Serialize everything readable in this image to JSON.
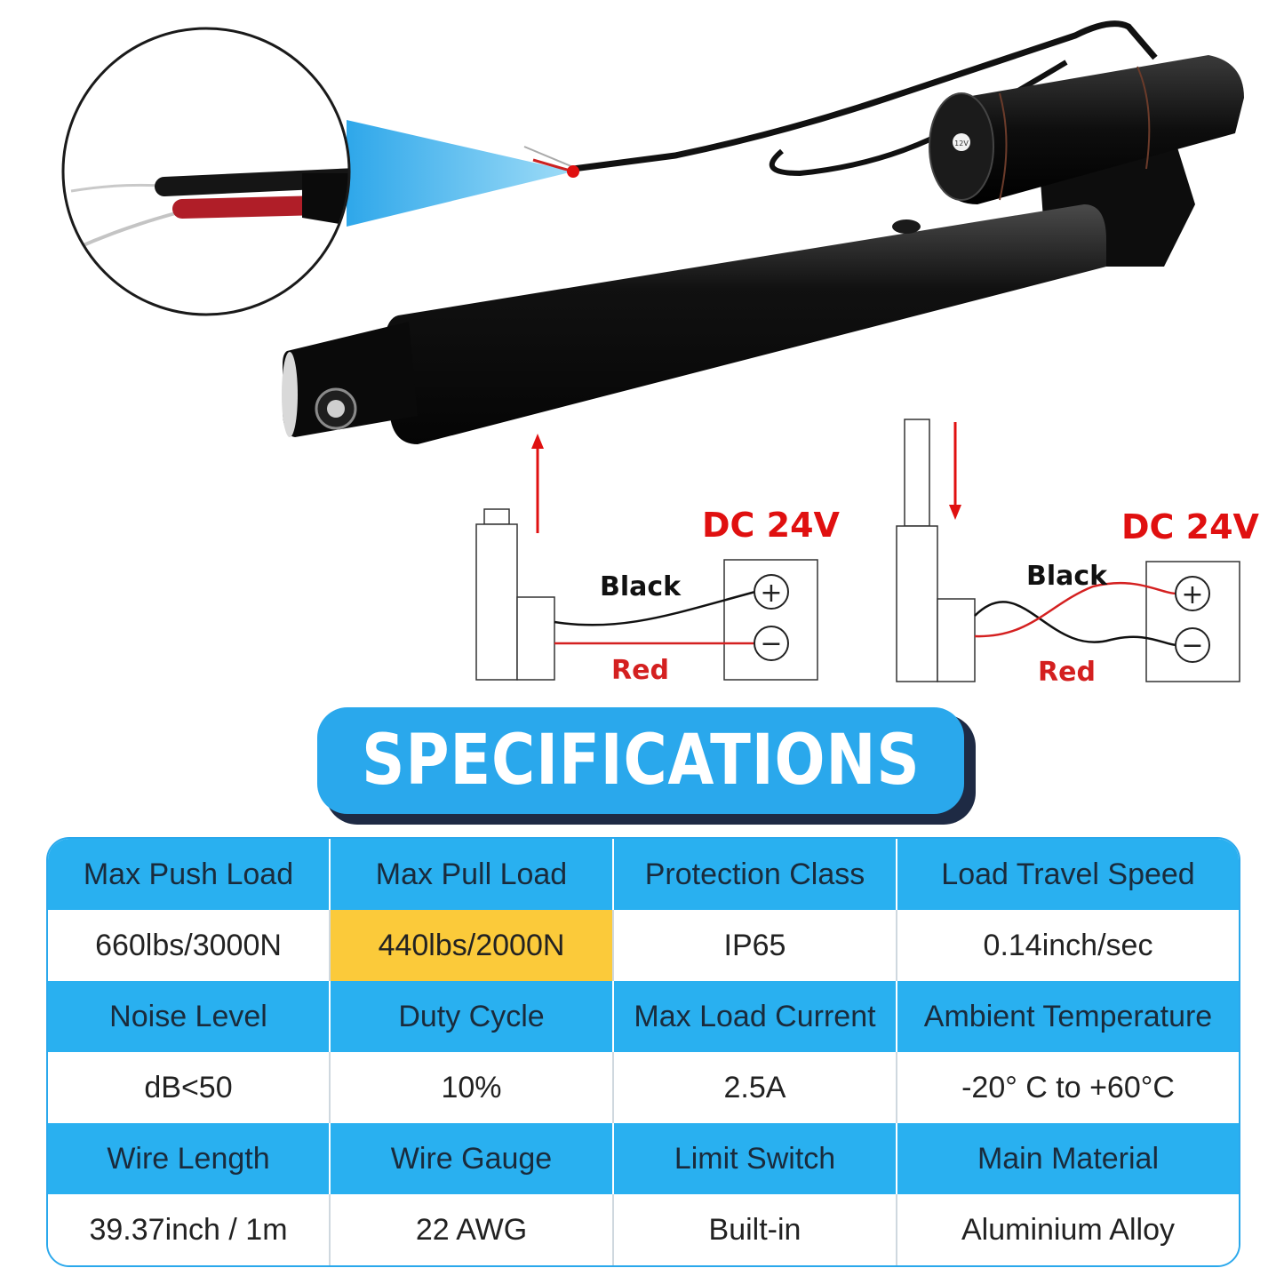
{
  "diagram": {
    "left": {
      "voltage_label": "DC 24V",
      "wire_top_label": "Black",
      "wire_bottom_label": "Red",
      "plus": "+",
      "minus": "−"
    },
    "right": {
      "voltage_label": "DC 24V",
      "wire_top_label": "Black",
      "wire_bottom_label": "Red",
      "plus": "+",
      "minus": "−"
    },
    "motor_marking": "12V",
    "colors": {
      "arrow": "#e01010",
      "voltage": "#e01010",
      "red_wire": "#d42020",
      "zoom_cone": "#43b8ee"
    }
  },
  "specifications": {
    "title": "SPECIFICATIONS",
    "rows": [
      {
        "type": "header",
        "cells": [
          "Max Push Load",
          "Max Pull Load",
          "Protection Class",
          "Load Travel Speed"
        ]
      },
      {
        "type": "value",
        "cells": [
          "660lbs/3000N",
          "440lbs/2000N",
          "IP65",
          "0.14inch/sec"
        ],
        "highlight_index": 1
      },
      {
        "type": "header",
        "cells": [
          "Noise Level",
          "Duty Cycle",
          "Max Load Current",
          "Ambient Temperature"
        ]
      },
      {
        "type": "value",
        "cells": [
          "dB<50",
          "10%",
          "2.5A",
          "-20° C to +60°C"
        ]
      },
      {
        "type": "header",
        "cells": [
          "Wire Length",
          "Wire Gauge",
          "Limit Switch",
          "Main Material"
        ]
      },
      {
        "type": "value",
        "cells": [
          "39.37inch / 1m",
          "22 AWG",
          "Built-in",
          "Aluminium Alloy"
        ]
      }
    ],
    "colors": {
      "header_bg": "#29b0f0",
      "highlight_bg": "#fbca3a",
      "border": "#2aa8ec"
    }
  }
}
